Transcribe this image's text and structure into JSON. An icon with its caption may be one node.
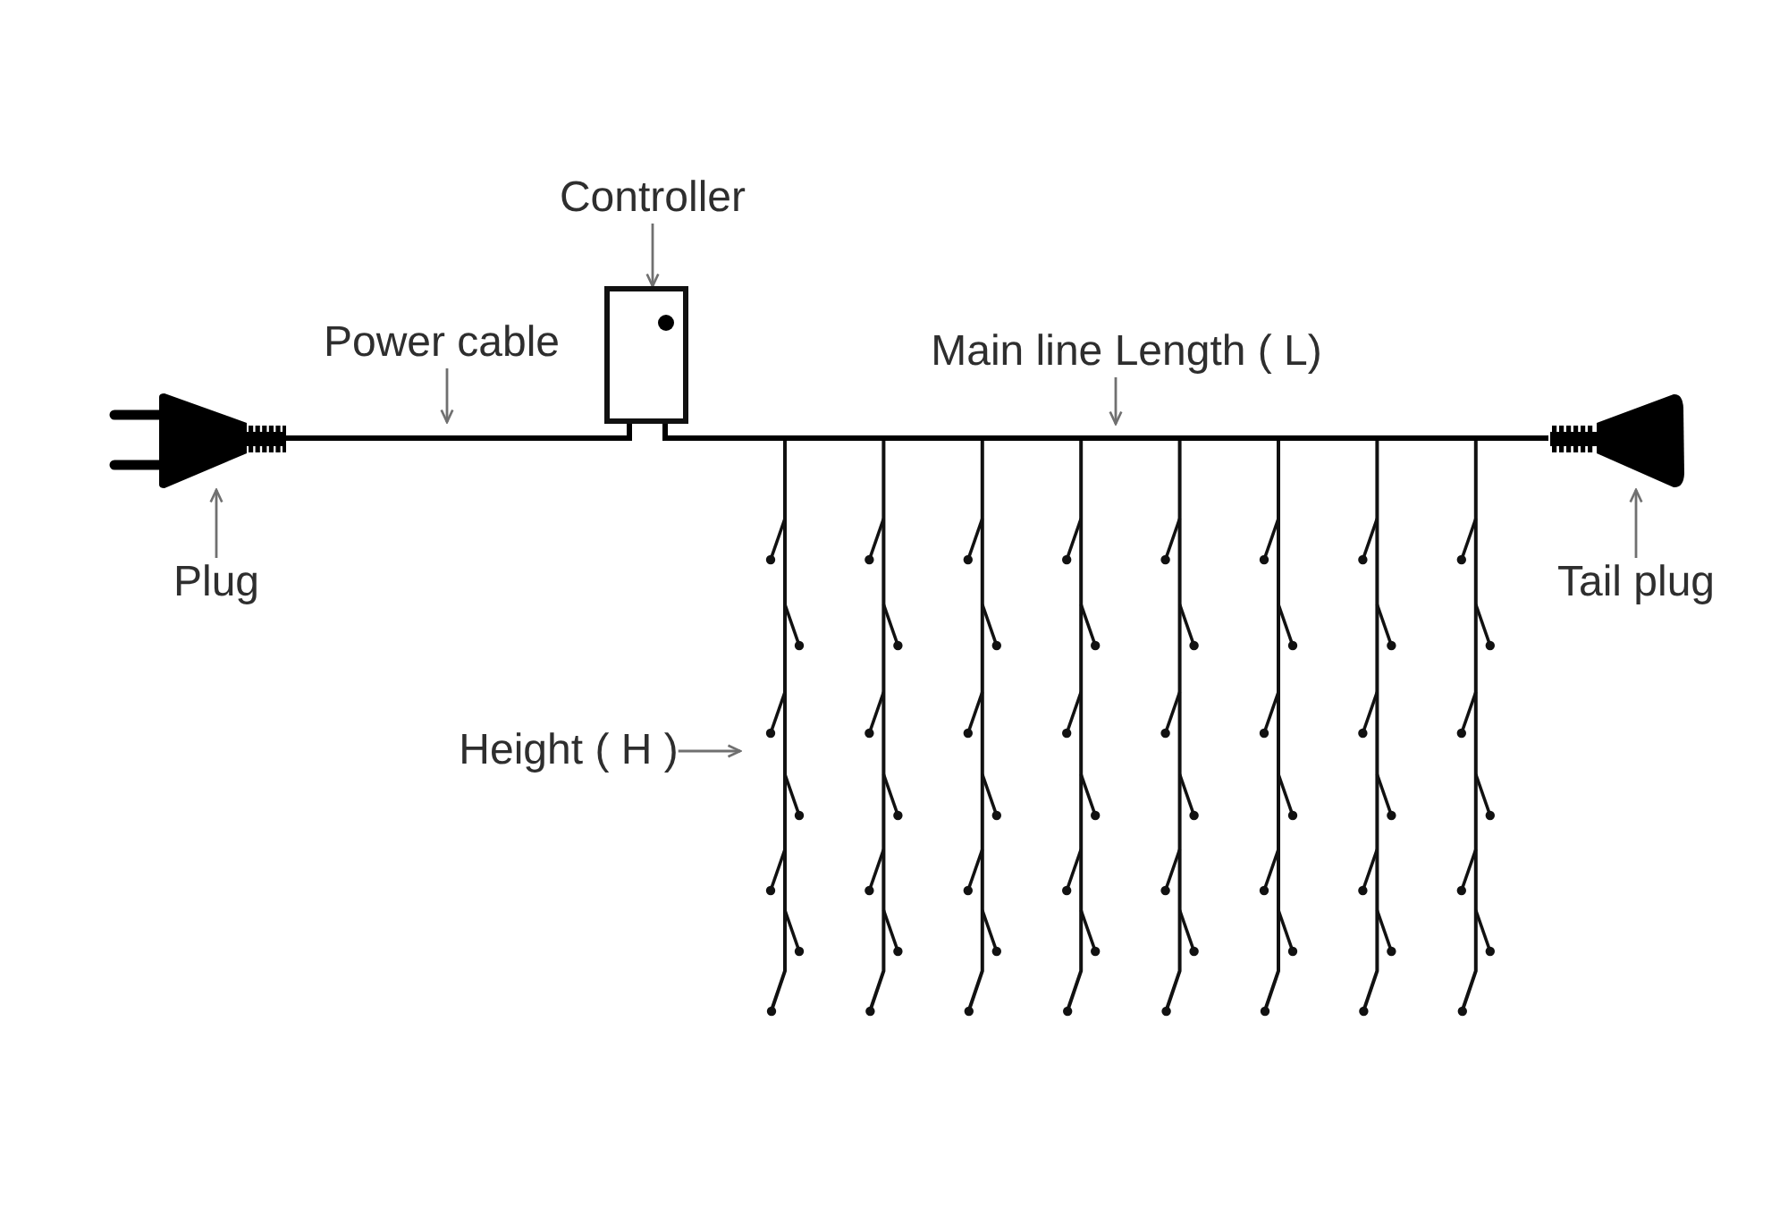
{
  "diagram": {
    "nodes": [
      {
        "text": [
          "Controller"
        ]
      },
      {
        "text": [],
        "shape": "box"
      },
      {
        "text": [
          "Power cable"
        ]
      },
      {
        "text": [
          "Main line Length ( L)"
        ]
      },
      {
        "text": [],
        "shape": "picture"
      },
      {
        "text": [],
        "shape": "picture"
      },
      {
        "text": [
          "Plug"
        ]
      },
      {
        "text": [
          "Tail plug"
        ]
      },
      {
        "text": [
          "Height ( H )"
        ]
      }
    ],
    "edges": [
      {
        "from": 4,
        "to": 1,
        "arrow": "none",
        "style": "thick",
        "color": "#000000"
      },
      {
        "from": 1,
        "to": 5,
        "arrow": "none",
        "style": "thick",
        "color": "#000000"
      },
      {
        "from": 0,
        "to": 1,
        "arrow": "to"
      },
      {
        "from": 2,
        "to": null,
        "arrow": "to"
      },
      {
        "from": 3,
        "to": null,
        "arrow": "to"
      },
      {
        "from": 6,
        "to": 4,
        "arrow": "to"
      },
      {
        "from": 7,
        "to": 5,
        "arrow": "to"
      },
      {
        "from": 8,
        "to": null,
        "arrow": "to"
      }
    ]
  }
}
